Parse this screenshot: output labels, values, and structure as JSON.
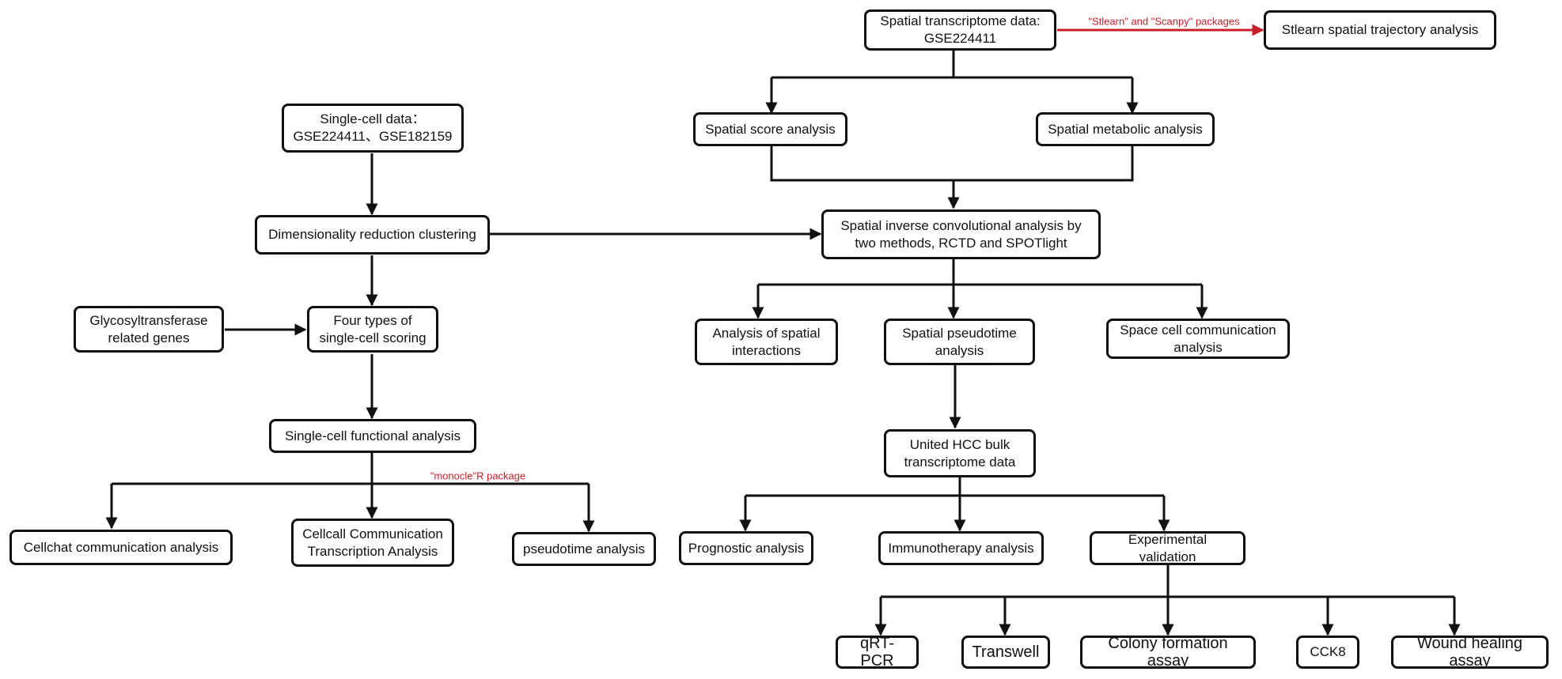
{
  "nodes": {
    "st_data": "Spatial transcriptome data:\nGSE224411",
    "stlearn": "Stlearn spatial trajectory analysis",
    "spatial_score": "Spatial score analysis",
    "spatial_metabolic": "Spatial metabolic analysis",
    "deconv": "Spatial inverse convolutional analysis by\ntwo methods, RCTD and SPOTlight",
    "spatial_interactions": "Analysis of spatial\ninteractions",
    "spatial_pseudotime": "Spatial pseudotime\nanalysis",
    "space_cell_comm": "Space cell communication\nanalysis",
    "hcc_bulk": "United HCC bulk\ntranscriptome data",
    "prognostic": "Prognostic analysis",
    "immunotherapy": "Immunotherapy analysis",
    "experimental": "Experimental validation",
    "qrtpcr": "qRT-PCR",
    "transwell": "Transwell",
    "colony": "Colony formation assay",
    "cck8": "CCK8",
    "wound": "Wound healing assay",
    "sc_data": "Single-cell data：\nGSE224411、GSE182159",
    "dimred": "Dimensionality reduction clustering",
    "glyco": "Glycosyltransferase\nrelated genes",
    "four_types": "Four types of\nsingle-cell scoring",
    "sc_functional": "Single-cell functional analysis",
    "cellchat": "Cellchat communication analysis",
    "cellcall": "Cellcall Communication\nTranscription Analysis",
    "pseudotime": "pseudotime analysis"
  },
  "notes": {
    "stlearn_note": "\"Stlearn\" and \"Scanpy\" packages",
    "monocle_note": "\"monocle\"R package"
  },
  "colors": {
    "stroke": "#111111",
    "note": "#c8202a"
  }
}
